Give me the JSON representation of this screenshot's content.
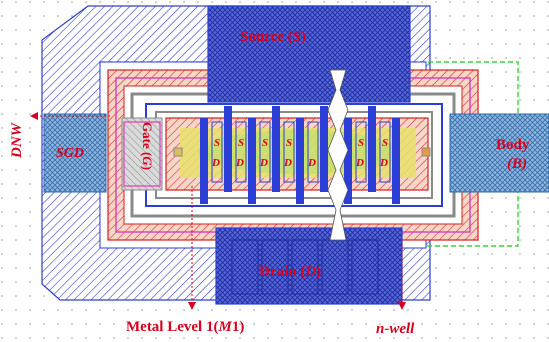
{
  "labels": {
    "source": "Source (",
    "source_sym": "S",
    "source_close": ")",
    "drain": "Drain (",
    "drain_sym": "D",
    "drain_close": ")",
    "body_word": "Body",
    "body_sym": "(B)",
    "gate_word": "Gate (",
    "gate_sym": "G",
    "gate_close": ")",
    "sgd": "SGD",
    "dnw": "DNW",
    "metal_level": "Metal Level 1(",
    "metal_sym": "M",
    "metal_num": "1)",
    "nwell": "n-well",
    "finger_s": "S",
    "finger_d": "D"
  },
  "colors": {
    "label_red": "#d8001c",
    "metal_blue": "#2b3fd6",
    "diffusion_red": "#d61f1f",
    "nwell_green": "#3ad43a",
    "poly_magenta": "#d63fb7",
    "implant_yellow": "#e8e06a",
    "gray_hatch": "#8a8a8a"
  }
}
